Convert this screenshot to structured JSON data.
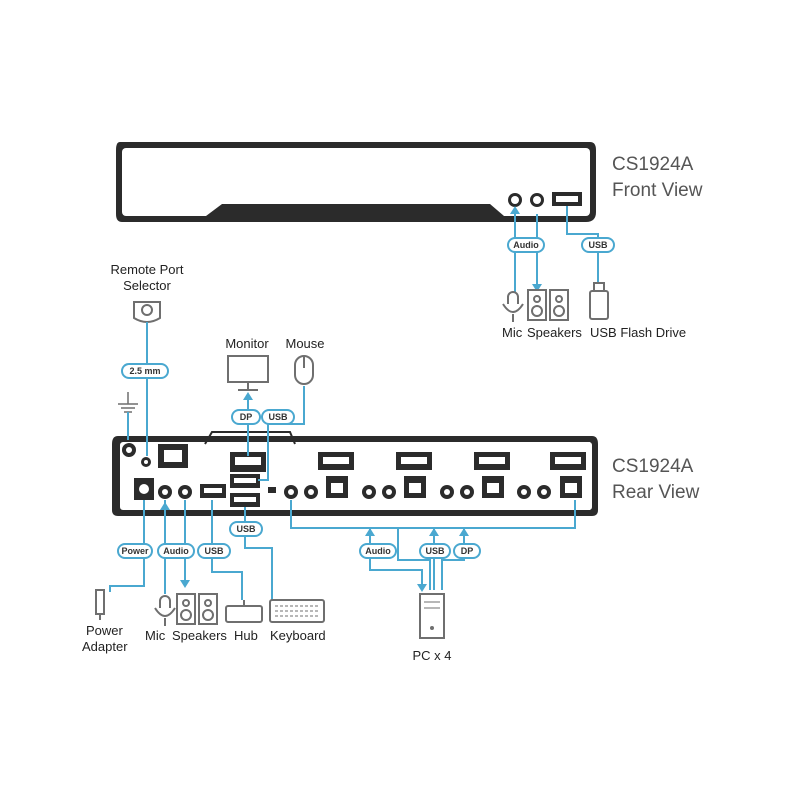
{
  "front": {
    "model": "CS1924A",
    "view": "Front View",
    "labels": {
      "audio": "Audio",
      "usb": "USB",
      "mic": "Mic",
      "speakers": "Speakers",
      "flash": "USB Flash Drive"
    }
  },
  "rear": {
    "model": "CS1924A",
    "view": "Rear View",
    "labels": {
      "remote1": "Remote Port",
      "remote2": "Selector",
      "mm": "2.5 mm",
      "monitor": "Monitor",
      "mouse": "Mouse",
      "dp": "DP",
      "usb_mouse": "USB",
      "usb_kbd": "USB",
      "power": "Power",
      "audio": "Audio",
      "usb_hub": "USB",
      "power_adapter1": "Power",
      "power_adapter2": "Adapter",
      "mic": "Mic",
      "speakers": "Speakers",
      "hub": "Hub",
      "keyboard": "Keyboard",
      "pc_audio": "Audio",
      "pc_usb": "USB",
      "pc_dp": "DP",
      "pc": "PC x 4"
    }
  },
  "colors": {
    "device": "#2b2b2b",
    "cable": "#4aa8d0",
    "icon": "#6f6f6f"
  }
}
